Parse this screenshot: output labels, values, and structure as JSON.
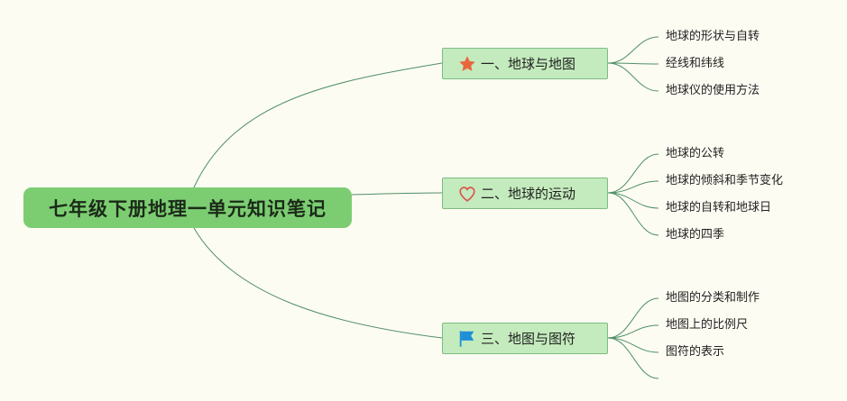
{
  "root": {
    "title": "七年级下册地理一单元知识笔记"
  },
  "branches": [
    {
      "label": "一、地球与地图",
      "icon": "star-icon",
      "icon_color": "#e8673f",
      "leaves": [
        "地球的形状与自转",
        "经线和纬线",
        "地球仪的使用方法"
      ]
    },
    {
      "label": "二、地球的运动",
      "icon": "heart-outline-icon",
      "icon_color": "#d9534f",
      "leaves": [
        "地球的公转",
        "地球的倾斜和季节变化",
        "地球的自转和地球日",
        "地球的四季"
      ]
    },
    {
      "label": "三、地图与图符",
      "icon": "flag-icon",
      "icon_color": "#1f8fd6",
      "leaves": [
        "地图的分类和制作",
        "地图上的比例尺",
        "图符的表示",
        ""
      ]
    }
  ],
  "colors": {
    "background": "#fdfcf2",
    "root_fill": "#7ccd72",
    "branch_fill": "#c4ebbd",
    "branch_border": "#7cbc83",
    "connector": "#4f8f67"
  }
}
